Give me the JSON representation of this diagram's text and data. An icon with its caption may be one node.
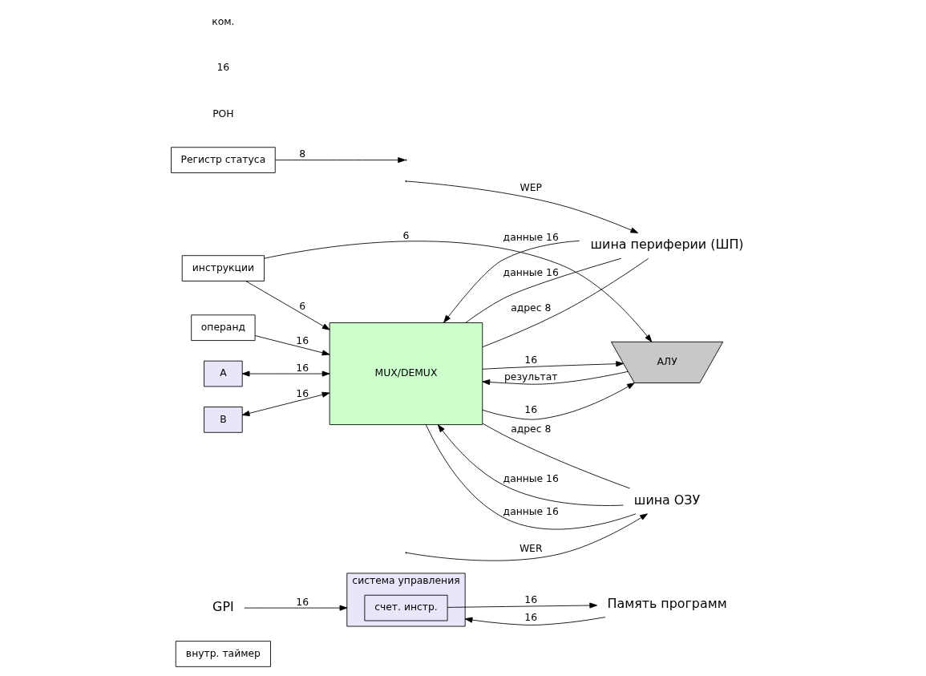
{
  "diagram": {
    "nodes": [
      {
        "text": [
          "внутр. таймер"
        ]
      },
      {
        "text": [
          "система управления"
        ]
      },
      {
        "text": [
          "счет. инстр."
        ],
        "in": 1
      },
      {
        "text": [
          "операнд"
        ]
      },
      {
        "text": [
          "инструкции"
        ]
      },
      {
        "text": [
          "Регистр статуса"
        ]
      },
      {
        "text": [
          "A"
        ]
      },
      {
        "text": [
          "B"
        ]
      },
      {
        "text": [
          "MUX/DEMUX"
        ]
      },
      {
        "text": [
          "АЛУ"
        ]
      },
      {
        "text": [
          "Память программ"
        ]
      },
      {
        "text": [
          "GPI"
        ]
      },
      {
        "text": [
          "шина ОЗУ"
        ]
      },
      {
        "text": [
          "шина периферии (ШП)"
        ]
      }
    ],
    "edges": [
      {
        "from": 10,
        "to": 1,
        "arrow": "to",
        "label": "16"
      },
      {
        "from": 2,
        "to": 10,
        "arrow": "to",
        "label": "16"
      },
      {
        "from": 11,
        "to": 1,
        "arrow": "to",
        "label": "16"
      },
      {
        "from": 6,
        "to": 8,
        "arrow": "both",
        "label": "16"
      },
      {
        "from": 7,
        "to": 8,
        "arrow": "both",
        "label": "16"
      },
      {
        "from": 12,
        "to": 8,
        "arrow": "to",
        "label": "данные 16"
      },
      {
        "from": 8,
        "to": 12,
        "arrow": "none",
        "label": "данные 16"
      },
      {
        "from": 8,
        "to": 12,
        "arrow": "none",
        "label": "адрес 8"
      },
      {
        "from": null,
        "to": 12,
        "arrow": "to",
        "label": "WER"
      },
      {
        "from": 13,
        "to": 8,
        "arrow": "to",
        "label": "данные 16"
      },
      {
        "from": 8,
        "to": 13,
        "arrow": "none",
        "label": "данные 16"
      },
      {
        "from": 8,
        "to": 13,
        "arrow": "none",
        "label": "адрес 8"
      },
      {
        "from": null,
        "to": 13,
        "arrow": "to",
        "label": "WEP"
      },
      {
        "from": 3,
        "to": 8,
        "arrow": "to",
        "label": "16"
      },
      {
        "from": 4,
        "to": 8,
        "arrow": "to",
        "label": "6"
      },
      {
        "from": 8,
        "to": 9,
        "arrow": "to",
        "label": "16"
      },
      {
        "from": 8,
        "to": 9,
        "arrow": "to",
        "label": "16"
      },
      {
        "from": 9,
        "to": 8,
        "arrow": "to",
        "label": "результат"
      },
      {
        "from": 4,
        "to": 9,
        "arrow": "to",
        "label": "6"
      },
      {
        "from": 5,
        "to": null,
        "arrow": "to",
        "label": "8"
      }
    ],
    "labels": [
      "РОН",
      "16",
      "ком."
    ]
  }
}
